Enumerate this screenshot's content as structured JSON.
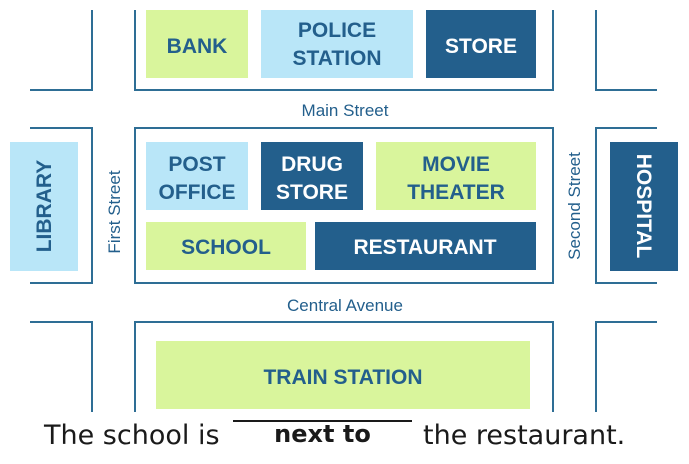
{
  "colors": {
    "road_outline": "#2e6e95",
    "light_green": "#d9f59c",
    "light_blue": "#b9e6f8",
    "dark_blue": "#235f8c",
    "text_dark": "#235f8c",
    "text_light": "#ffffff"
  },
  "streets": {
    "main": "Main Street",
    "central": "Central Avenue",
    "first": "First Street",
    "second": "Second Street"
  },
  "buildings": {
    "bank": "BANK",
    "police_station": [
      "POLICE",
      "STATION"
    ],
    "store": "STORE",
    "library": "LIBRARY",
    "post_office": [
      "POST",
      "OFFICE"
    ],
    "drug_store": [
      "DRUG",
      "STORE"
    ],
    "movie_theater": [
      "MOVIE",
      "THEATER"
    ],
    "school": "SCHOOL",
    "restaurant": "RESTAURANT",
    "hospital": "HOSPITAL",
    "train_station": "TRAIN STATION"
  },
  "sentence": {
    "before": "The school is",
    "answer": "next to",
    "after": "the restaurant."
  }
}
